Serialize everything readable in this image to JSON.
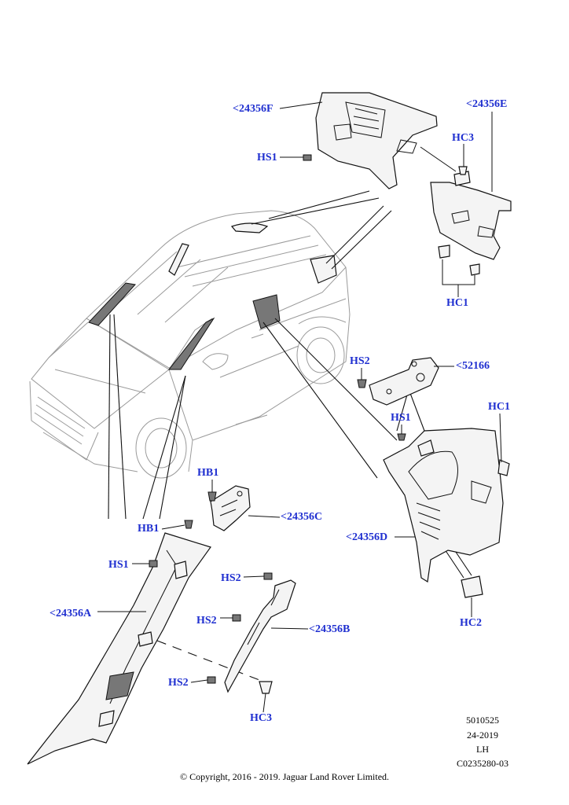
{
  "callouts": {
    "c24356F": "<24356F",
    "c24356E": "<24356E",
    "hs1_top": "HS1",
    "hc3_top": "HC3",
    "hc1_right": "HC1",
    "hs2_mid": "HS2",
    "c52166": "<52166",
    "hs1_mid": "HS1",
    "hc1_mid": "HC1",
    "hb1_upper": "HB1",
    "c24356C": "<24356C",
    "hb1_lower": "HB1",
    "c24356D": "<24356D",
    "hs1_left": "HS1",
    "hs2_b1": "HS2",
    "c24356A": "<24356A",
    "hs2_b2": "HS2",
    "c24356B": "<24356B",
    "hc2": "HC2",
    "hs2_b3": "HS2",
    "hc3_bottom": "HC3"
  },
  "meta": {
    "code": "5010525",
    "date": "24-2019",
    "side": "LH",
    "ref": "C0235280-03"
  },
  "copyright": "© Copyright, 2016 - 2019. Jaguar Land Rover Limited."
}
